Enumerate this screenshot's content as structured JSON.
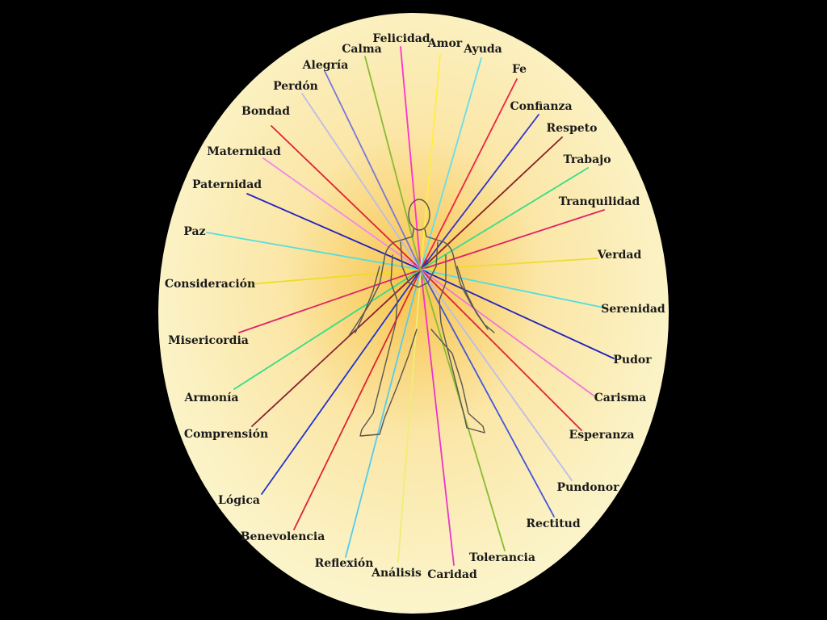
{
  "colors": {
    "background": "#000000",
    "ellipse_center": "#f7c44a",
    "ellipse_mid": "#fbe6a6",
    "ellipse_edge": "#fbf5cc",
    "text": "#1a1a1a",
    "figure_outline": "#555555"
  },
  "terms": [
    {
      "label": "Felicidad",
      "color": "#ff33cc"
    },
    {
      "label": "Amor",
      "color": "#ffee44"
    },
    {
      "label": "Ayuda",
      "color": "#66ddee"
    },
    {
      "label": "Fe",
      "color": "#ee2244"
    },
    {
      "label": "Confianza",
      "color": "#3333cc"
    },
    {
      "label": "Respeto",
      "color": "#882222"
    },
    {
      "label": "Trabajo",
      "color": "#33dd88"
    },
    {
      "label": "Tranquilidad",
      "color": "#dd2266"
    },
    {
      "label": "Verdad",
      "color": "#eedd33"
    },
    {
      "label": "Serenidad",
      "color": "#55dddd"
    },
    {
      "label": "Pudor",
      "color": "#2222bb"
    },
    {
      "label": "Carisma",
      "color": "#ee77dd"
    },
    {
      "label": "Esperanza",
      "color": "#dd2233"
    },
    {
      "label": "Pundonor",
      "color": "#bbbbee"
    },
    {
      "label": "Rectitud",
      "color": "#4455dd"
    },
    {
      "label": "Tolerancia",
      "color": "#88bb33"
    },
    {
      "label": "Caridad",
      "color": "#ee33cc"
    },
    {
      "label": "Análisis",
      "color": "#eeee77"
    },
    {
      "label": "Reflexión",
      "color": "#55ccee"
    },
    {
      "label": "Benevolencia",
      "color": "#dd2233"
    },
    {
      "label": "Lógica",
      "color": "#2233cc"
    },
    {
      "label": "Comprensión",
      "color": "#882233"
    },
    {
      "label": "Armonía",
      "color": "#33dd88"
    },
    {
      "label": "Misericordia",
      "color": "#dd2266"
    },
    {
      "label": "Consideración",
      "color": "#eedd22"
    },
    {
      "label": "Paz",
      "color": "#55dddd"
    },
    {
      "label": "Paternidad",
      "color": "#2222bb"
    },
    {
      "label": "Maternidad",
      "color": "#ee88ee"
    },
    {
      "label": "Bondad",
      "color": "#dd2233"
    },
    {
      "label": "Perdón",
      "color": "#bbbbee"
    },
    {
      "label": "Alegría",
      "color": "#7777dd"
    },
    {
      "label": "Calma",
      "color": "#88bb33"
    }
  ]
}
